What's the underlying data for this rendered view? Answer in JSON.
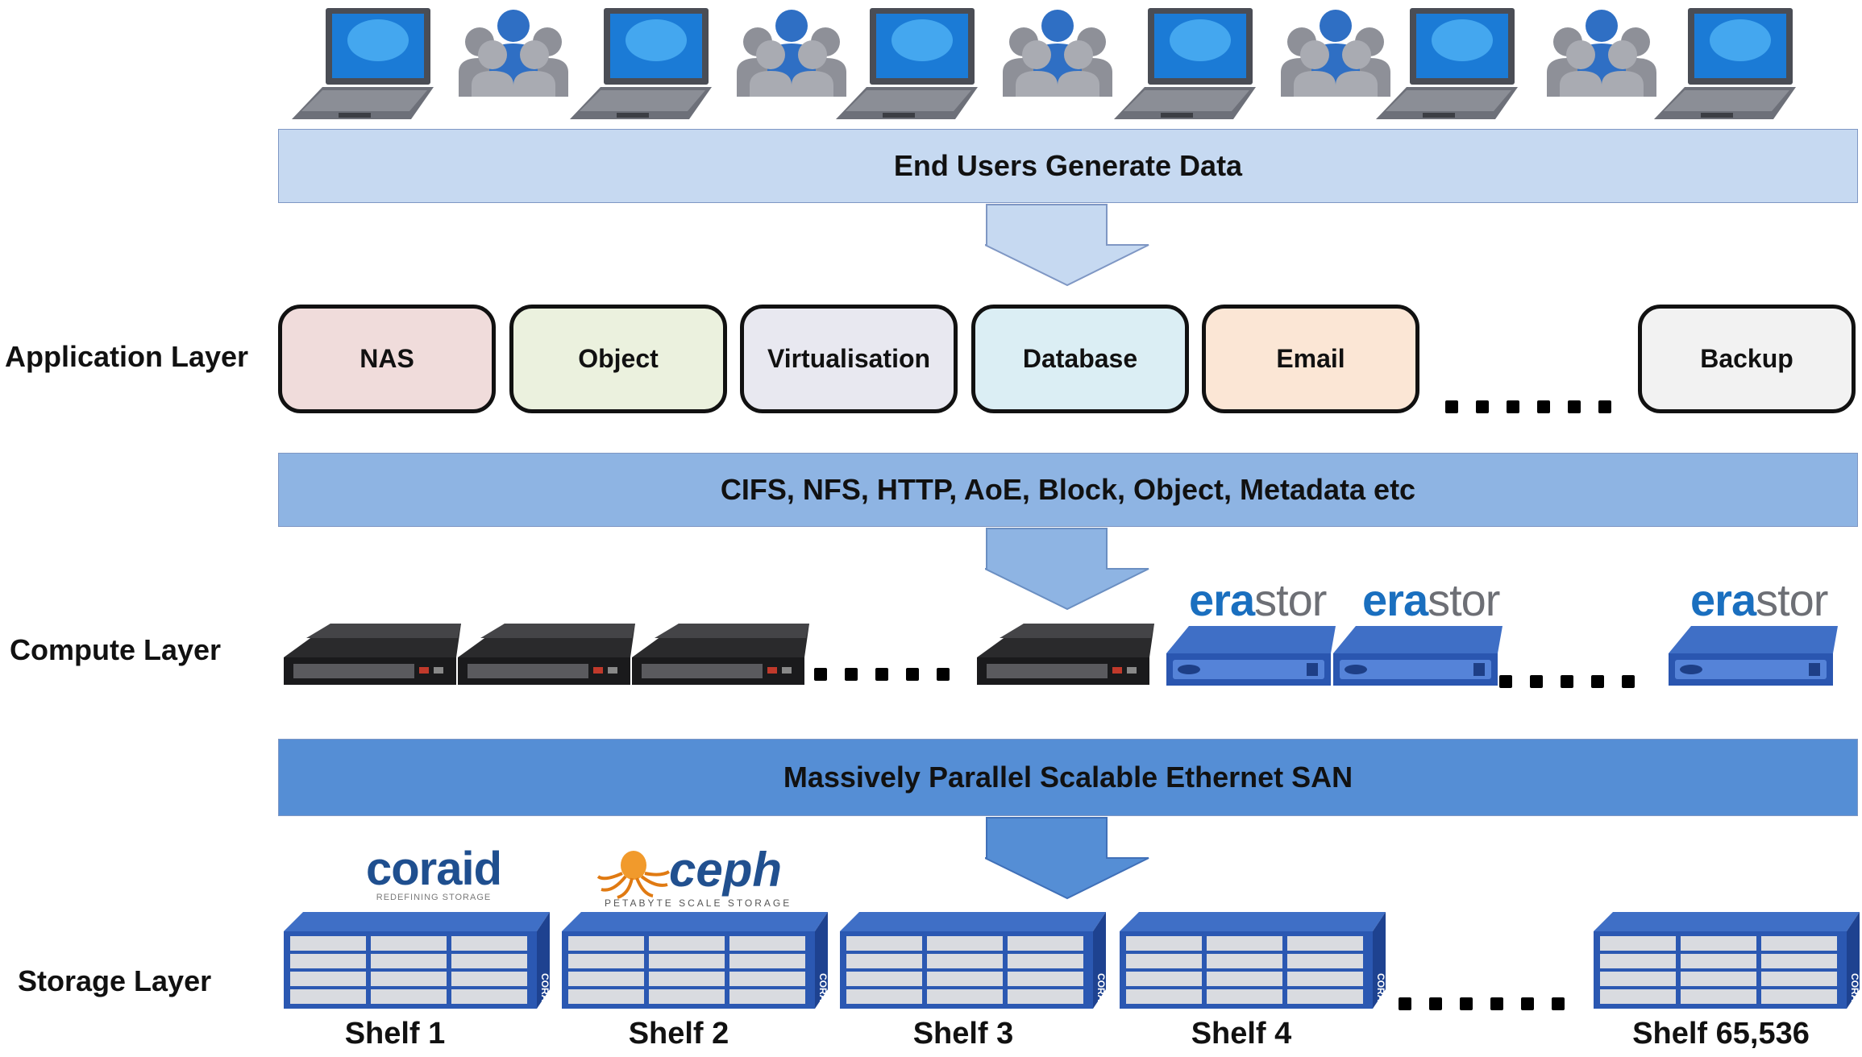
{
  "top_banner": "End Users Generate Data",
  "protocols_banner": "CIFS, NFS, HTTP, AoE, Block, Object, Metadata etc",
  "san_banner": "Massively Parallel Scalable Ethernet SAN",
  "layers": {
    "application": "Application Layer",
    "compute": "Compute Layer",
    "storage": "Storage Layer"
  },
  "apps": [
    {
      "label": "NAS",
      "color": "#f0dcdb"
    },
    {
      "label": "Object",
      "color": "#ebf1de"
    },
    {
      "label": "Virtualisation",
      "color": "#e8e8f0"
    },
    {
      "label": "Database",
      "color": "#dbeef4"
    },
    {
      "label": "Email",
      "color": "#fbe6d5"
    },
    {
      "label": "Backup",
      "color": "#f2f2f2"
    }
  ],
  "logos": {
    "erastor_era": "era",
    "erastor_stor": "stor",
    "coraid": "coraid",
    "coraid_tagline": "REDEFINING STORAGE",
    "ceph": "ceph",
    "ceph_tagline": "PETABYTE SCALE STORAGE",
    "shelf_brand": "CORAID"
  },
  "shelves": [
    "Shelf 1",
    "Shelf 2",
    "Shelf 3",
    "Shelf 4",
    "Shelf 65,536"
  ],
  "colors": {
    "banner_light": "#c6d9f1",
    "banner_mid": "#8eb4e3",
    "banner_dark": "#558ed5",
    "arrow_light": "#c6d9f1",
    "arrow_mid": "#8eb4e3",
    "arrow_dark": "#558ed5"
  }
}
